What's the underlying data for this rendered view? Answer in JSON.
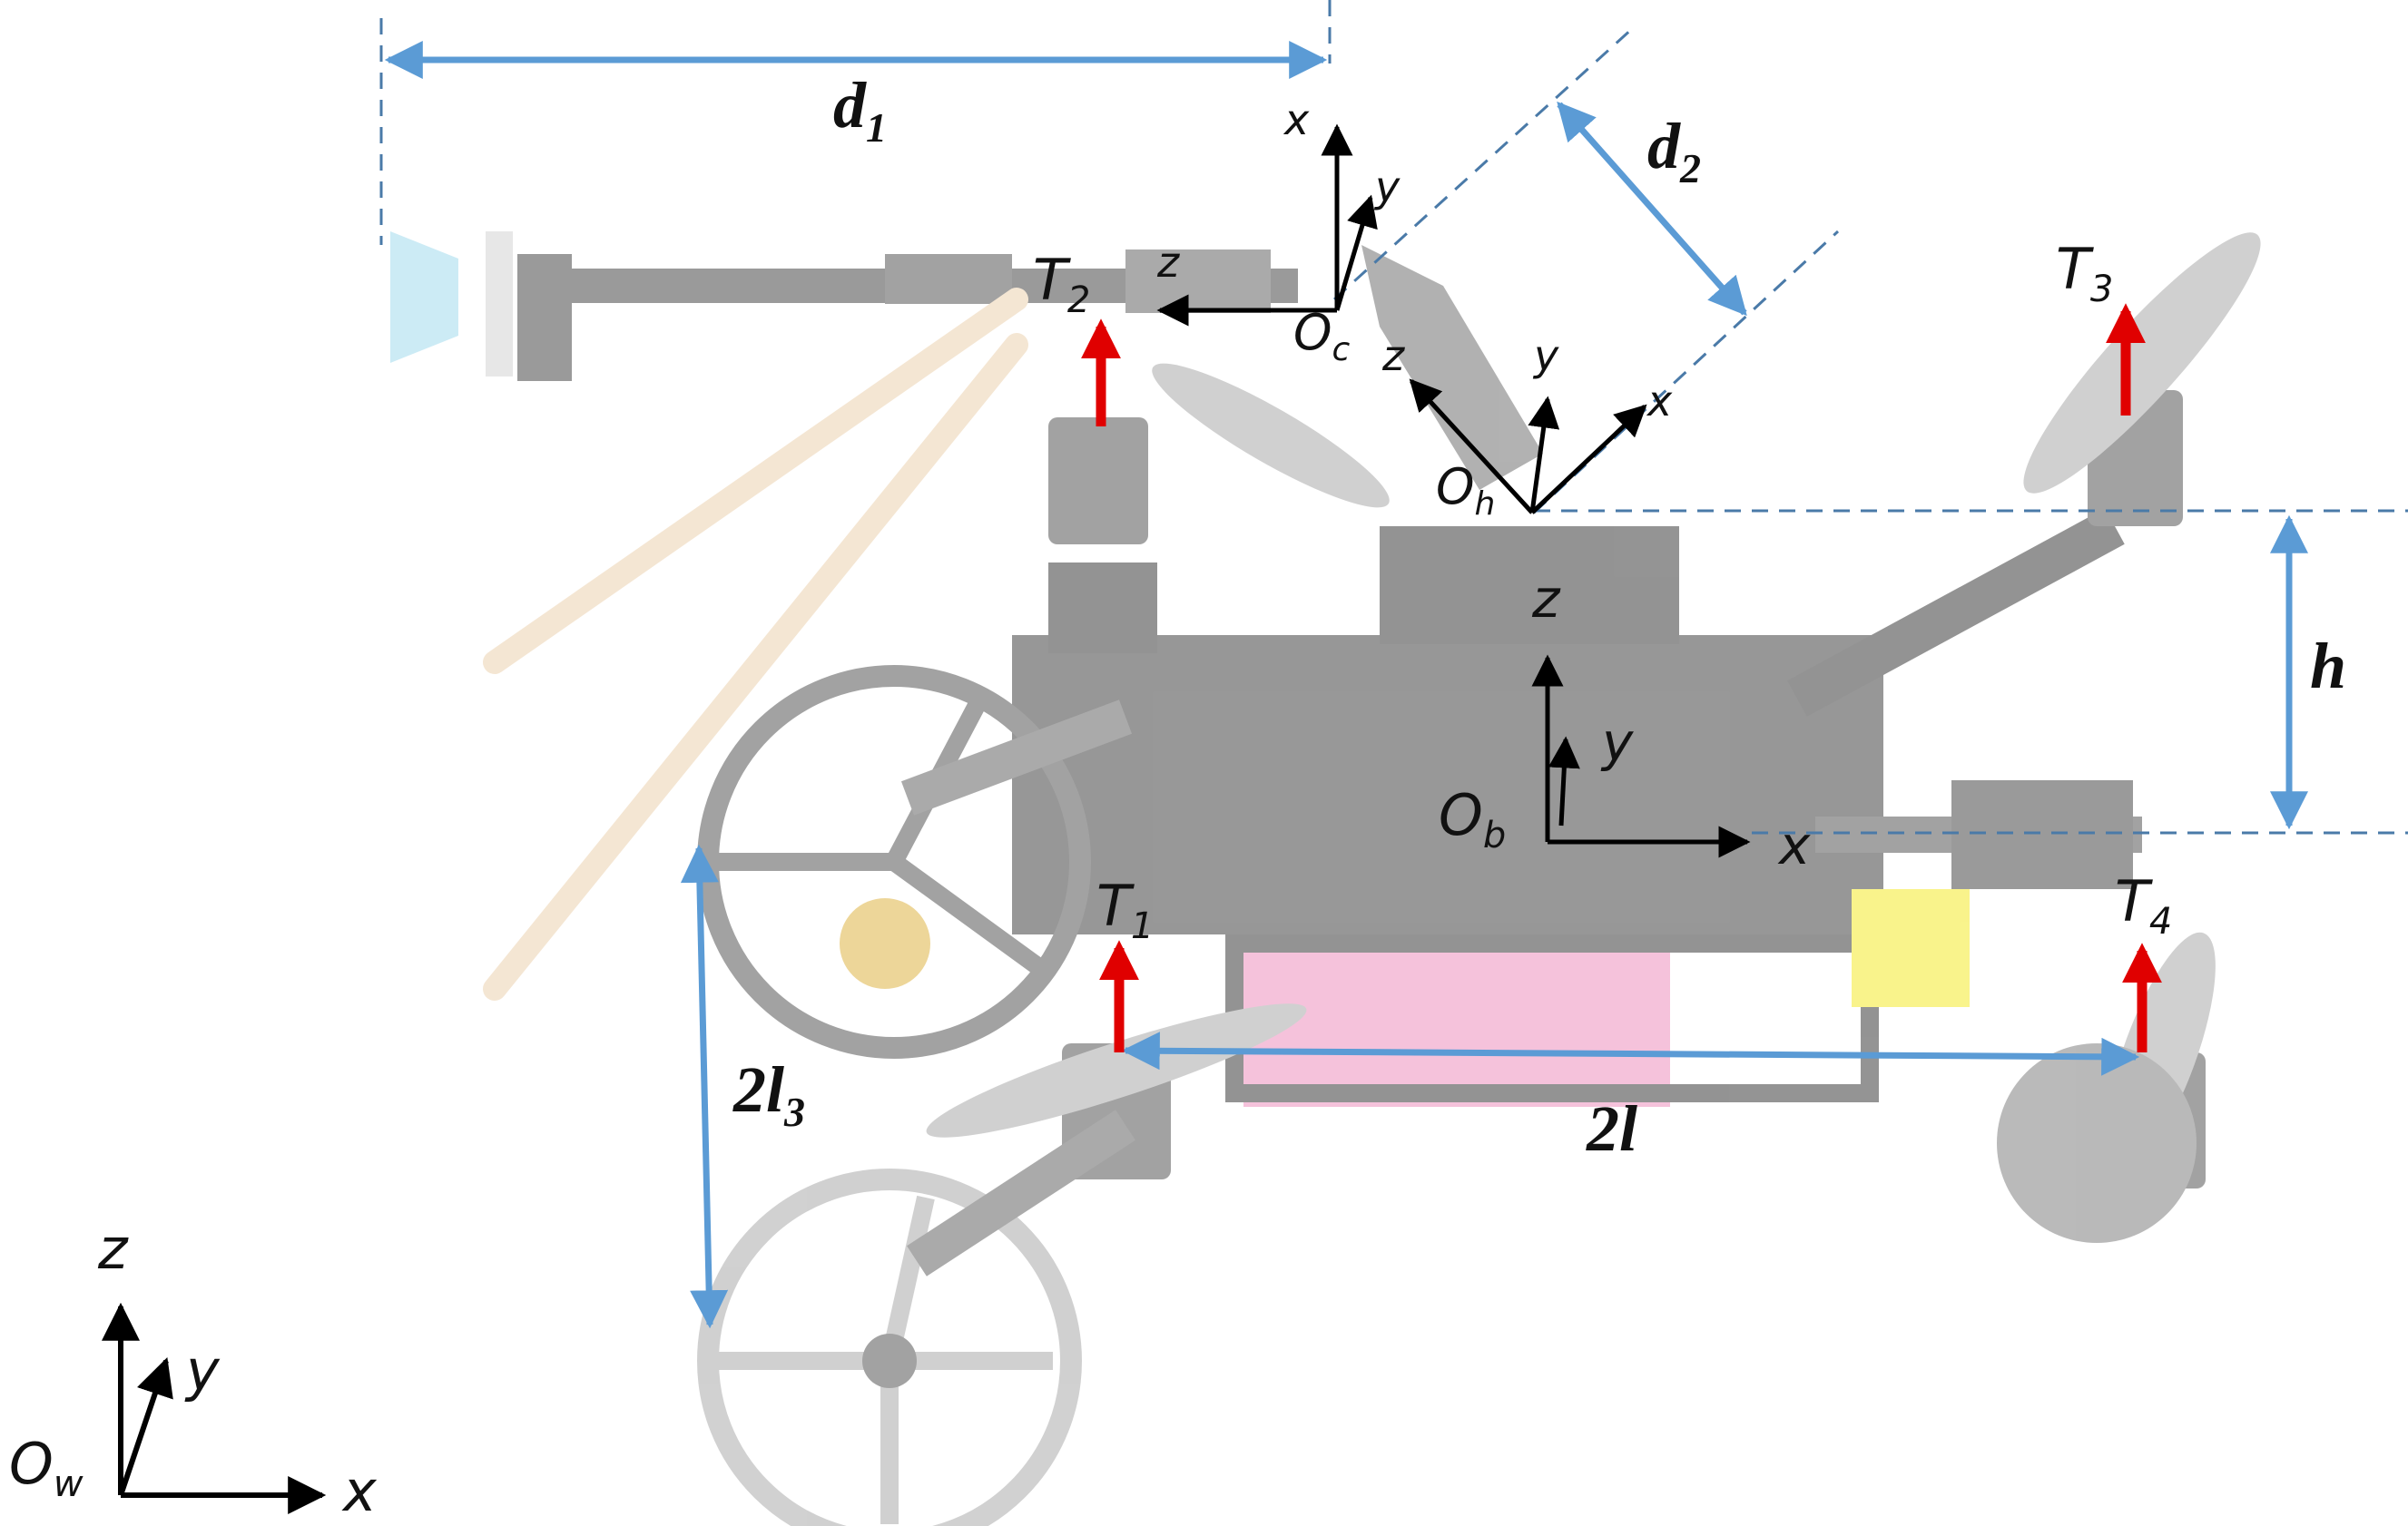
{
  "dimensions": {
    "d1": {
      "base": "d",
      "sub": "1"
    },
    "d2": {
      "base": "d",
      "sub": "2"
    },
    "h": {
      "base": "h"
    },
    "two_l": {
      "base": "2l"
    },
    "two_l3": {
      "base": "2l",
      "sub": "3"
    }
  },
  "thrusts": {
    "T1": {
      "base": "T",
      "sub": "1"
    },
    "T2": {
      "base": "T",
      "sub": "2"
    },
    "T3": {
      "base": "T",
      "sub": "3"
    },
    "T4": {
      "base": "T",
      "sub": "4"
    }
  },
  "frames": {
    "world": {
      "origin_base": "O",
      "origin_sub": "w",
      "x": "x",
      "y": "y",
      "z": "z"
    },
    "body": {
      "origin_base": "O",
      "origin_sub": "b",
      "x": "x",
      "y": "y",
      "z": "z"
    },
    "hand": {
      "origin_base": "O",
      "origin_sub": "h",
      "x": "x",
      "y": "y",
      "z": "z"
    },
    "camera": {
      "origin_base": "O",
      "origin_sub": "c",
      "x": "x",
      "y": "y",
      "z": "z"
    }
  },
  "colors": {
    "dimension_line": "#5b9bd5",
    "thrust_arrow": "#e00000",
    "axis": "#000000",
    "structure": "#bdbdbd",
    "battery": "#e97ab0",
    "motor": "#a0a0a0"
  }
}
